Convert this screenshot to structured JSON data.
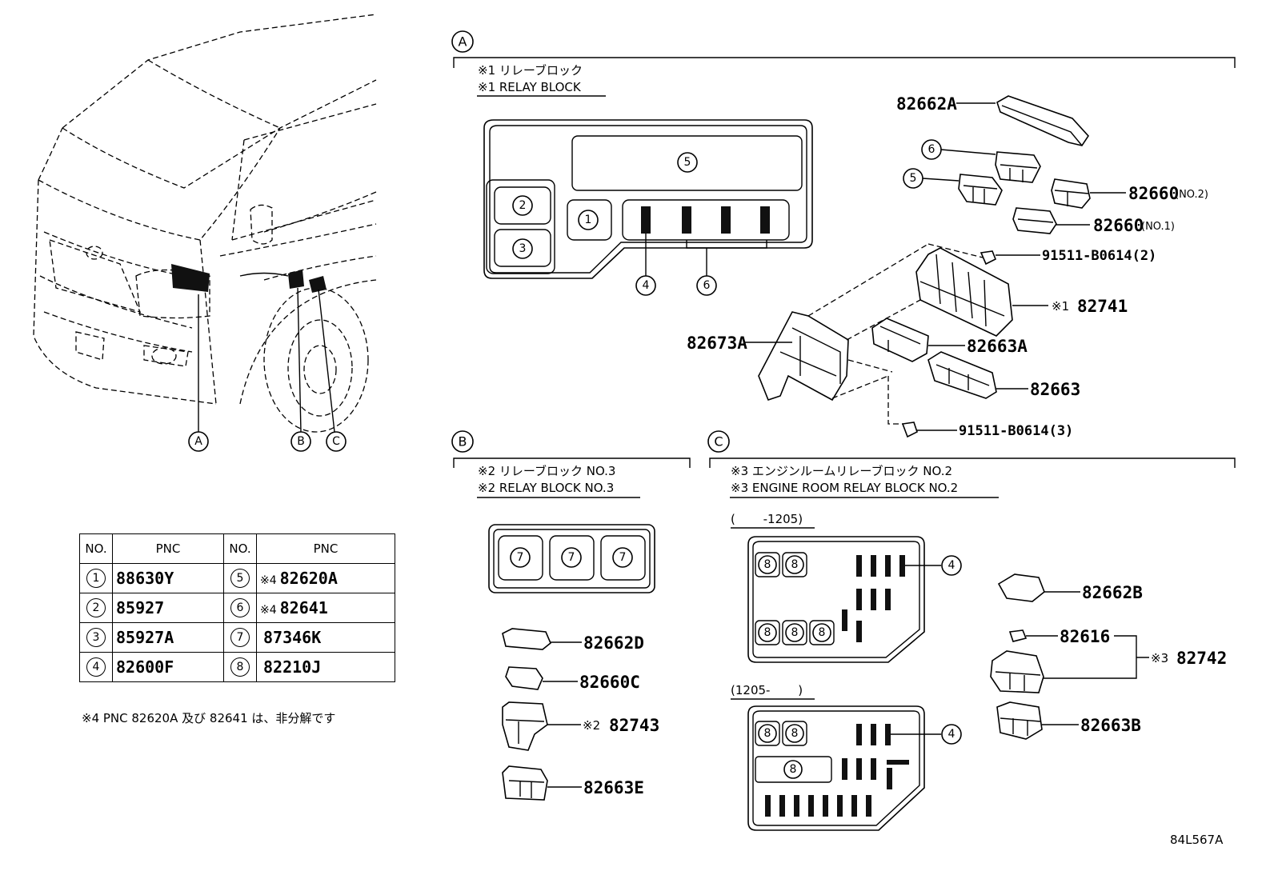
{
  "sections": {
    "a": {
      "letter": "A",
      "title_jp": "※1 リレーブロック",
      "title_en": "※1 RELAY BLOCK",
      "layout_numbers": {
        "n1": "1",
        "n2": "2",
        "n3": "3",
        "n4": "4",
        "n5": "5",
        "n6": "6"
      },
      "parts": {
        "p82662A": "82662A",
        "p82660_no2": "82660",
        "p82660_no2_qual": "(NO.2)",
        "p82660_no1": "82660",
        "p82660_no1_qual": "(NO.1)",
        "p91511_2": "91511-B0614(2)",
        "p82741_mark": "※1",
        "p82741": "82741",
        "p82673A": "82673A",
        "p82663A": "82663A",
        "p82663": "82663",
        "p91511_3": "91511-B0614(3)",
        "callout6": "6",
        "callout5": "5"
      }
    },
    "b": {
      "letter": "B",
      "title_jp": "※2 リレーブロック NO.3",
      "title_en": "※2 RELAY BLOCK NO.3",
      "layout_number": "7",
      "parts": {
        "p82662D": "82662D",
        "p82660C": "82660C",
        "p82743_mark": "※2",
        "p82743": "82743",
        "p82663E": "82663E"
      }
    },
    "c": {
      "letter": "C",
      "title_jp": "※3 エンジンルームリレーブロック NO.2",
      "title_en": "※3 ENGINE ROOM RELAY BLOCK NO.2",
      "range1": "(　　 -1205)",
      "range2": "(1205-　　 )",
      "layout_number_8": "8",
      "layout_number_4": "4",
      "parts": {
        "p82662B": "82662B",
        "p82616": "82616",
        "p82742_mark": "※3",
        "p82742": "82742",
        "p82663B": "82663B"
      }
    }
  },
  "vehicle_callouts": {
    "a": "A",
    "b": "B",
    "c": "C"
  },
  "pnc_table": {
    "headers": [
      "NO.",
      "PNC",
      "NO.",
      "PNC"
    ],
    "rows": [
      {
        "no1": "1",
        "pnc1": "88630Y",
        "no2": "5",
        "mark2": "※4",
        "pnc2": "82620A"
      },
      {
        "no1": "2",
        "pnc1": "85927",
        "no2": "6",
        "mark2": "※4",
        "pnc2": "82641"
      },
      {
        "no1": "3",
        "pnc1": "85927A",
        "no2": "7",
        "mark2": "",
        "pnc2": "87346K"
      },
      {
        "no1": "4",
        "pnc1": "82600F",
        "no2": "8",
        "mark2": "",
        "pnc2": "82210J"
      }
    ]
  },
  "footnote": "※4 PNC 82620A 及び 82641 は、非分解です",
  "drawing_code": "84L567A"
}
